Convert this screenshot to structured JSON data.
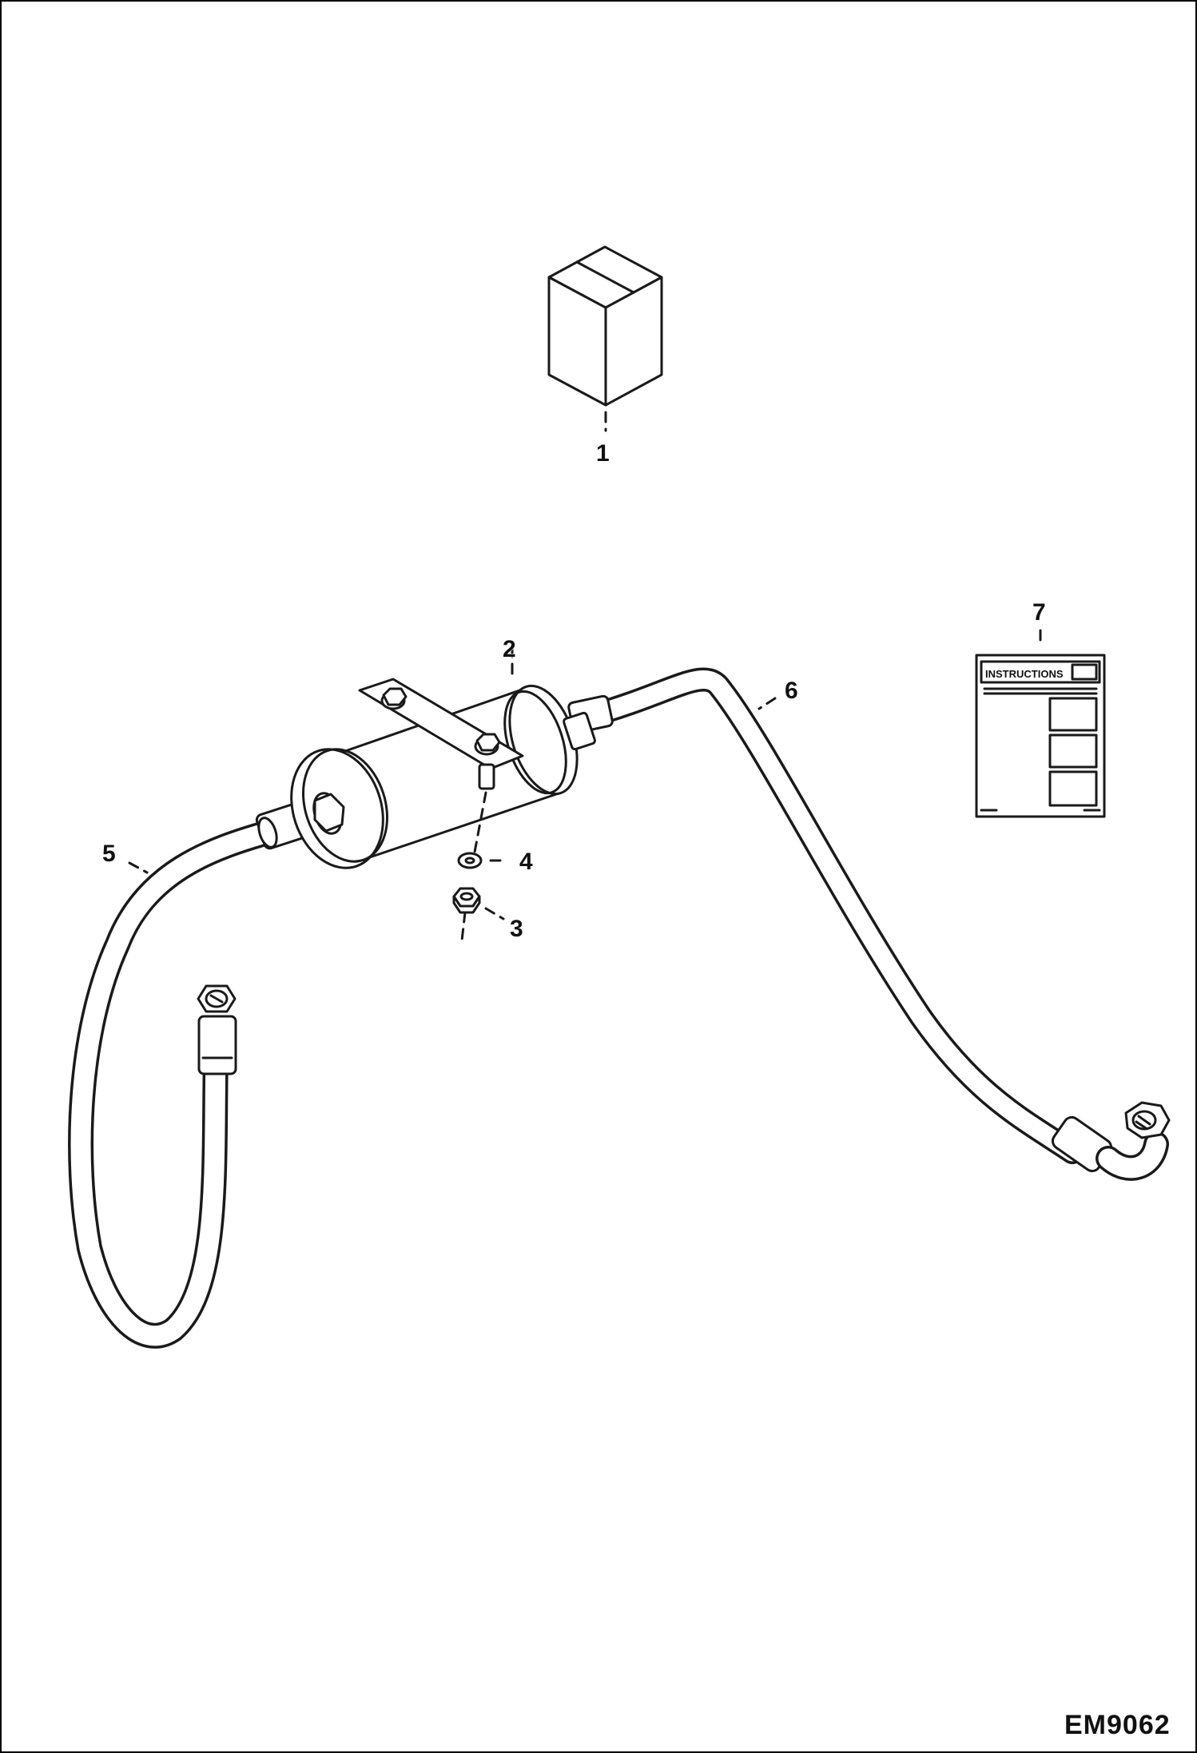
{
  "figure_code": "EM9062",
  "callouts": {
    "c1": "1",
    "c2": "2",
    "c3": "3",
    "c4": "4",
    "c5": "5",
    "c6": "6",
    "c7": "7"
  },
  "instruction_sheet": {
    "heading": "INSTRUCTIONS"
  },
  "colors": {
    "line": "#1a1a1a",
    "paper": "#ffffff"
  }
}
